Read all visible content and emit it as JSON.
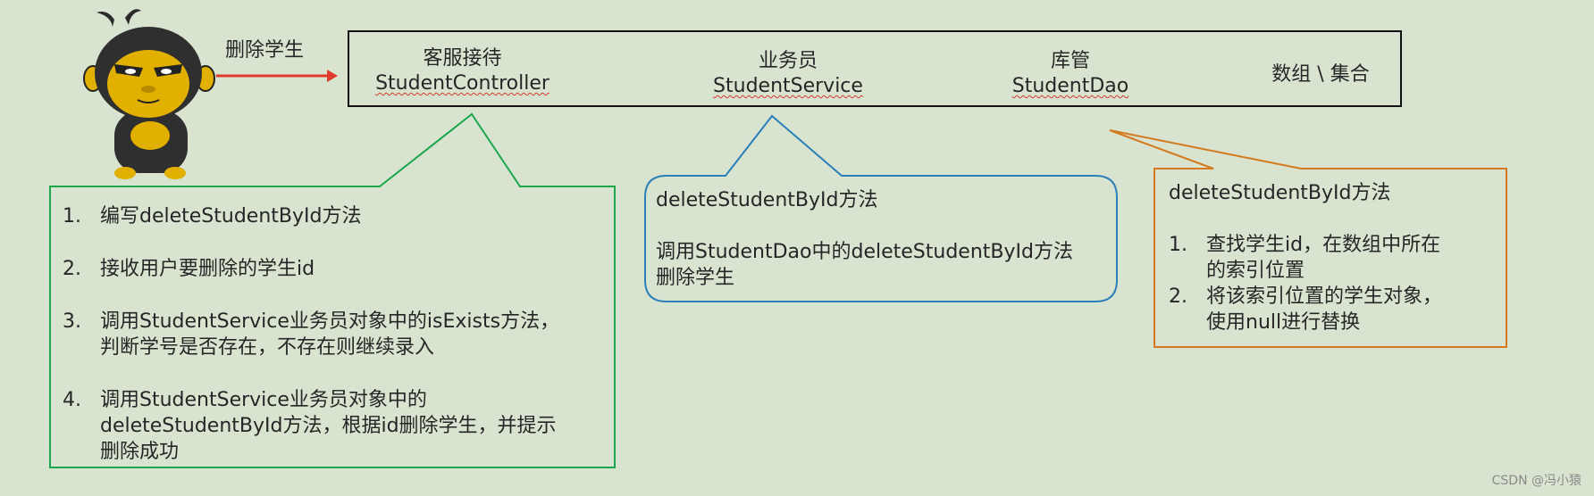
{
  "arrow_label": "删除学生",
  "roles": [
    {
      "title": "客服接待",
      "name": "StudentController"
    },
    {
      "title": "业务员",
      "name": "StudentService"
    },
    {
      "title": "库管",
      "name": "StudentDao"
    },
    {
      "title": "",
      "name": "数组 \\ 集合"
    }
  ],
  "controller_steps": [
    {
      "num": "1.",
      "lines": [
        "编写deleteStudentById方法"
      ]
    },
    {
      "num": "2.",
      "lines": [
        "接收用户要删除的学生id"
      ]
    },
    {
      "num": "3.",
      "lines": [
        "调用StudentService业务员对象中的isExists方法，",
        "判断学号是否存在，不存在则继续录入"
      ]
    },
    {
      "num": "4.",
      "lines": [
        "调用StudentService业务员对象中的",
        "deleteStudentById方法，根据id删除学生，并提示",
        "删除成功"
      ]
    }
  ],
  "service_box": {
    "title": "deleteStudentById方法",
    "lines": [
      "调用StudentDao中的deleteStudentById方法",
      "删除学生"
    ]
  },
  "dao_box": {
    "title": "deleteStudentById方法",
    "steps": [
      {
        "num": "1.",
        "lines": [
          "查找学生id，在数组中所在",
          "的索引位置"
        ]
      },
      {
        "num": "2.",
        "lines": [
          "将该索引位置的学生对象，",
          "使用null进行替换"
        ]
      }
    ]
  },
  "watermark": "CSDN @冯小猿",
  "colors": {
    "controller": "#1aa64b",
    "service": "#2a7fb8",
    "dao": "#d4791d",
    "arrow": "#e03a2c"
  }
}
